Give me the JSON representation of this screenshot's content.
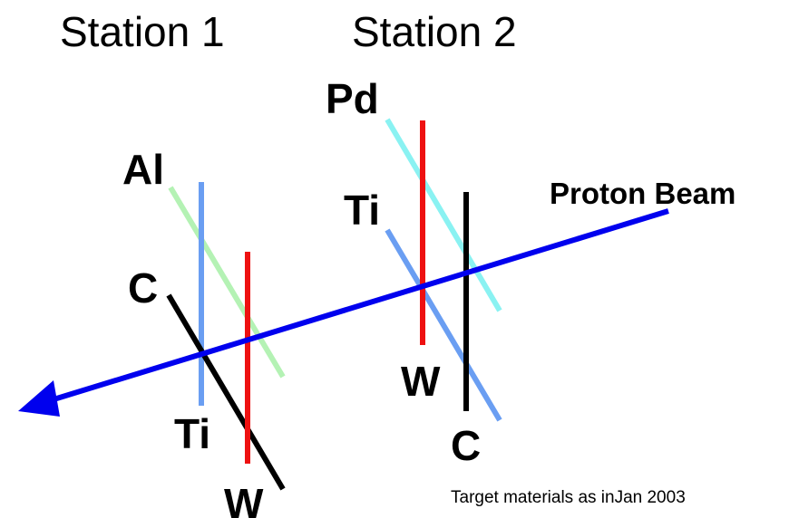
{
  "stations": [
    {
      "label": "Station 1"
    },
    {
      "label": "Station 2"
    }
  ],
  "beam": {
    "label": "Proton Beam",
    "color": "#0000ee"
  },
  "targets": {
    "station1": [
      {
        "material": "Al",
        "color": "#b4f2b4"
      },
      {
        "material": "Ti",
        "color": "#6a9ef2"
      },
      {
        "material": "C",
        "color": "#000000"
      },
      {
        "material": "W",
        "color": "#ee1111"
      }
    ],
    "station2": [
      {
        "material": "Pd",
        "color": "#8af2f2"
      },
      {
        "material": "Ti",
        "color": "#6a9ef2"
      },
      {
        "material": "W",
        "color": "#ee1111"
      },
      {
        "material": "C",
        "color": "#000000"
      }
    ]
  },
  "caption": "Target materials as inJan 2003"
}
